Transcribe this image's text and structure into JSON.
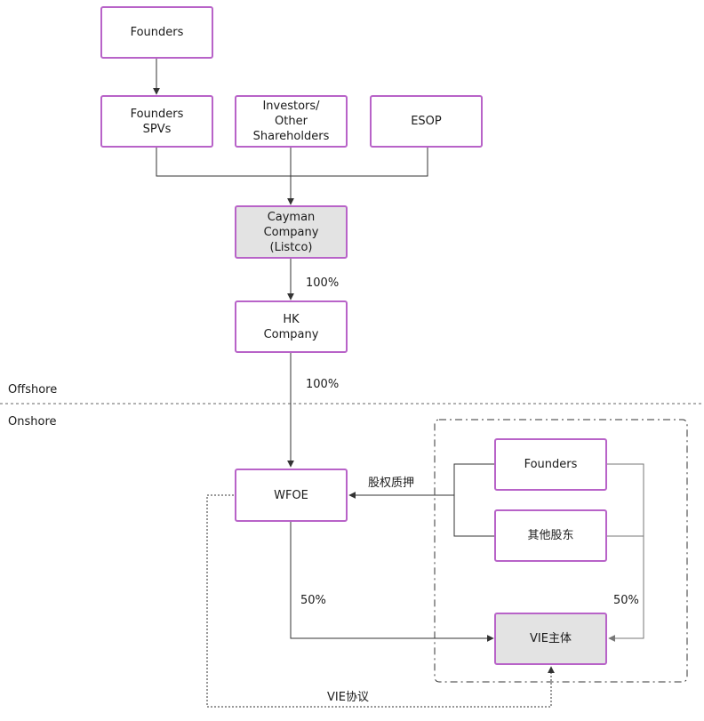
{
  "regions": {
    "offshore": "Offshore",
    "onshore": "Onshore"
  },
  "nodes": {
    "founders_top": "Founders",
    "founders_spvs": "Founders\nSPVs",
    "investors": "Investors/\nOther\nShareholders",
    "esop": "ESOP",
    "cayman": "Cayman\nCompany\n(Listco)",
    "hk": "HK\nCompany",
    "wfoe": "WFOE",
    "founders_onshore": "Founders",
    "other_shareholders": "其他股东",
    "vie": "VIE主体"
  },
  "edge_labels": {
    "cayman_hk": "100%",
    "hk_wfoe": "100%",
    "equity_pledge": "股权质押",
    "wfoe_vie": "50%",
    "shareholders_vie": "50%",
    "vie_agreement": "VIE协议"
  },
  "colors": {
    "node_border": "#b863c8",
    "highlight_fill": "#e3e3e3",
    "line": "#333333"
  }
}
